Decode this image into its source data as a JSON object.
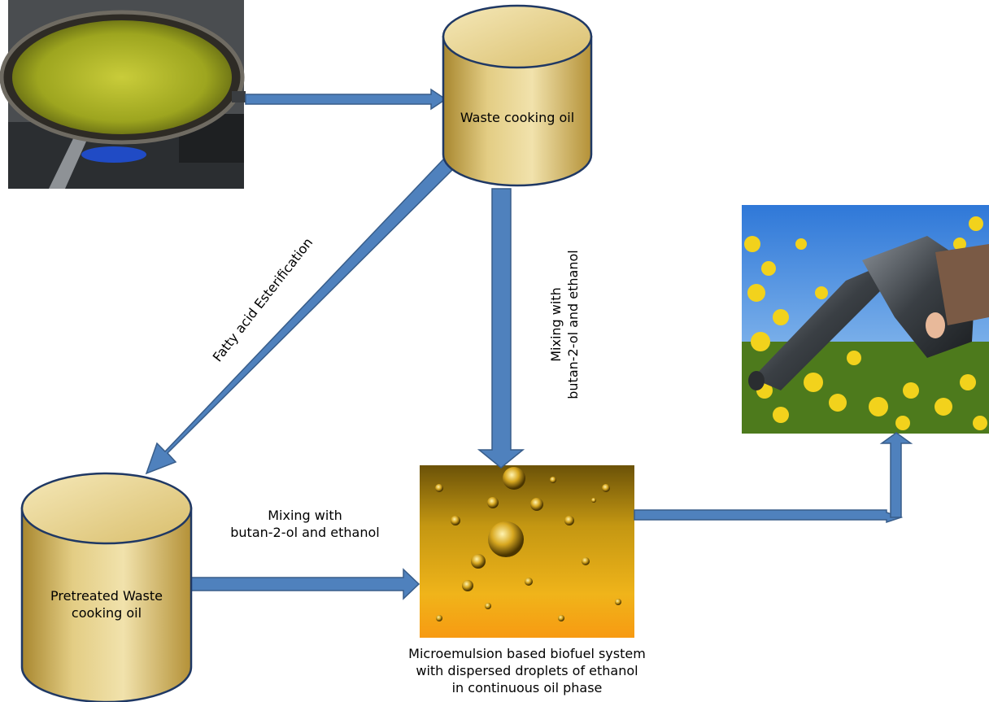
{
  "nodes": {
    "waste_cooking_oil": {
      "label": "Waste cooking oil"
    },
    "pretreated_oil": {
      "label_lines": [
        "Pretreated Waste",
        "cooking oil"
      ]
    },
    "microemulsion": {
      "caption_lines": [
        "Microemulsion based biofuel system",
        "with dispersed droplets of ethanol",
        "in continuous oil phase"
      ]
    }
  },
  "edges": {
    "esterification": {
      "label": "Fatty acid Esterification"
    },
    "mixing_vertical": {
      "label_lines": [
        "Mixing with",
        "butan-2-ol and ethanol"
      ]
    },
    "mixing_horizontal": {
      "label_lines": [
        "Mixing with",
        "butan-2-ol and ethanol"
      ]
    }
  },
  "images": {
    "frying_pan": "frying-pan-photo",
    "bubbles": "oil-bubbles-photo",
    "fuel_nozzle": "fuel-nozzle-rapeseed-photo"
  },
  "colors": {
    "arrow_fill": "#4f81bd",
    "arrow_stroke": "#385d8a",
    "cylinder_fill": "#d4b861",
    "cylinder_stroke": "#1f3864"
  }
}
